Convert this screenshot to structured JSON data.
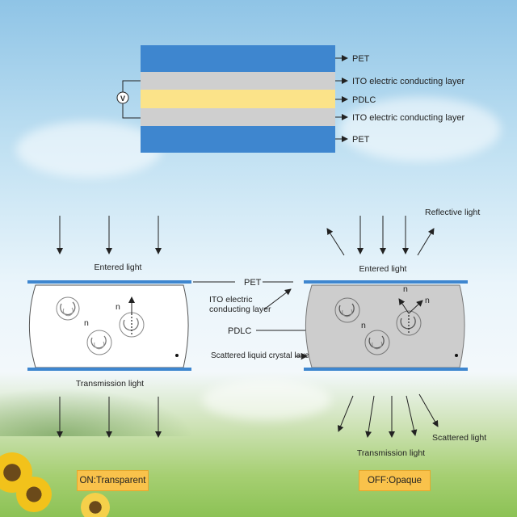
{
  "stack": {
    "layers": [
      {
        "label": "PET",
        "color": "#3e86cf"
      },
      {
        "label": "ITO electric conducting layer",
        "color": "#cfcfcf"
      },
      {
        "label": "PDLC",
        "color": "#fbe389"
      },
      {
        "label": "ITO electric conducting layer",
        "color": "#cfcfcf"
      },
      {
        "label": "PET",
        "color": "#3e86cf"
      }
    ],
    "voltage_symbol": "V"
  },
  "left_panel": {
    "entered_label": "Entered light",
    "transmission_label": "Transmission light",
    "n_labels": [
      "n",
      "n"
    ],
    "state": "ON:Transparent"
  },
  "right_panel": {
    "entered_label": "Entered light",
    "reflective_label": "Reflective light",
    "transmission_label": "Transmission light",
    "scattered_label": "Scattered light",
    "n_labels": [
      "n",
      "n",
      "n"
    ],
    "state": "OFF:Opaque"
  },
  "center_labels": {
    "pet": "PET",
    "ito_line1": "ITO electric",
    "ito_line2": "conducting layer",
    "pdlc": "PDLC",
    "scattered_layer": "Scattered liquid crystal layer"
  },
  "colors": {
    "pet_blue": "#3e86cf",
    "ito_gray": "#cfcfcf",
    "pdlc_yellow": "#fbe389",
    "opaque_fill": "#cdcdcd",
    "badge": "#f9c24b"
  }
}
